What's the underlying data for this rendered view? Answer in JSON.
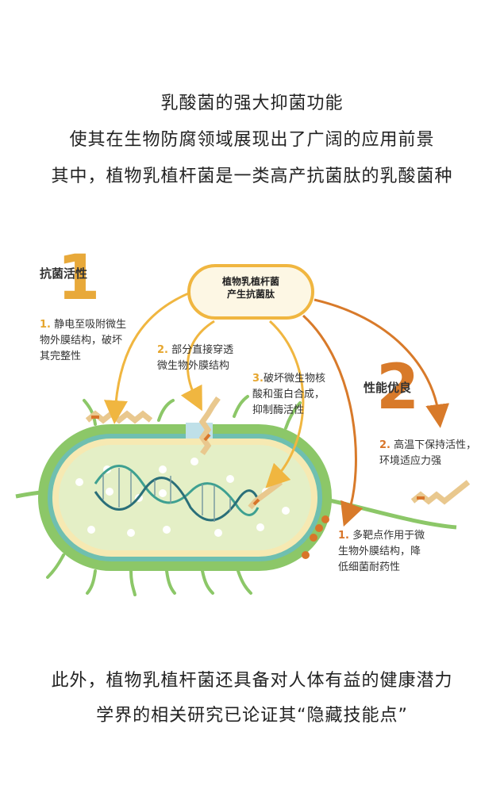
{
  "intro": {
    "line1": "乳酸菌的强大抑菌功能",
    "line2": "使其在生物防腐领域展现出了广阔的应用前景",
    "line3": "其中，植物乳植杆菌是一类高产抗菌肽的乳酸菌种"
  },
  "center": {
    "line1": "植物乳植杆菌",
    "line2": "产生抗菌肽"
  },
  "section1": {
    "number": "1",
    "title": "抗菌活性",
    "notes": [
      {
        "num": "1.",
        "text_a": "静电至吸附微生",
        "text_b": "物外膜结构，破坏",
        "text_c": "其完整性"
      },
      {
        "num": "2.",
        "text_a": "部分直接穿透",
        "text_b": "微生物外膜结构"
      },
      {
        "num": "3.",
        "text_a": "破坏微生物核",
        "text_b": "酸和蛋白合成，",
        "text_c": "抑制酶活性"
      }
    ]
  },
  "section2": {
    "number": "2",
    "title": "性能优良",
    "notes": [
      {
        "num": "2.",
        "text_a": "高温下保持活性，",
        "text_b": "环境适应力强"
      },
      {
        "num": "1.",
        "text_a": "多靶点作用于微",
        "text_b": "生物外膜结构，降",
        "text_c": "低细菌耐药性"
      }
    ]
  },
  "outro": {
    "line1": "此外，植物乳植杆菌还具备对人体有益的健康潜力",
    "line2": "学界的相关研究已论证其“隐藏技能点”"
  },
  "colors": {
    "yellow": "#f0b640",
    "orange": "#d87a2a",
    "cell_green": "#8cc768",
    "cell_teal": "#6fbfb0",
    "cell_inner": "#e4efc6"
  }
}
